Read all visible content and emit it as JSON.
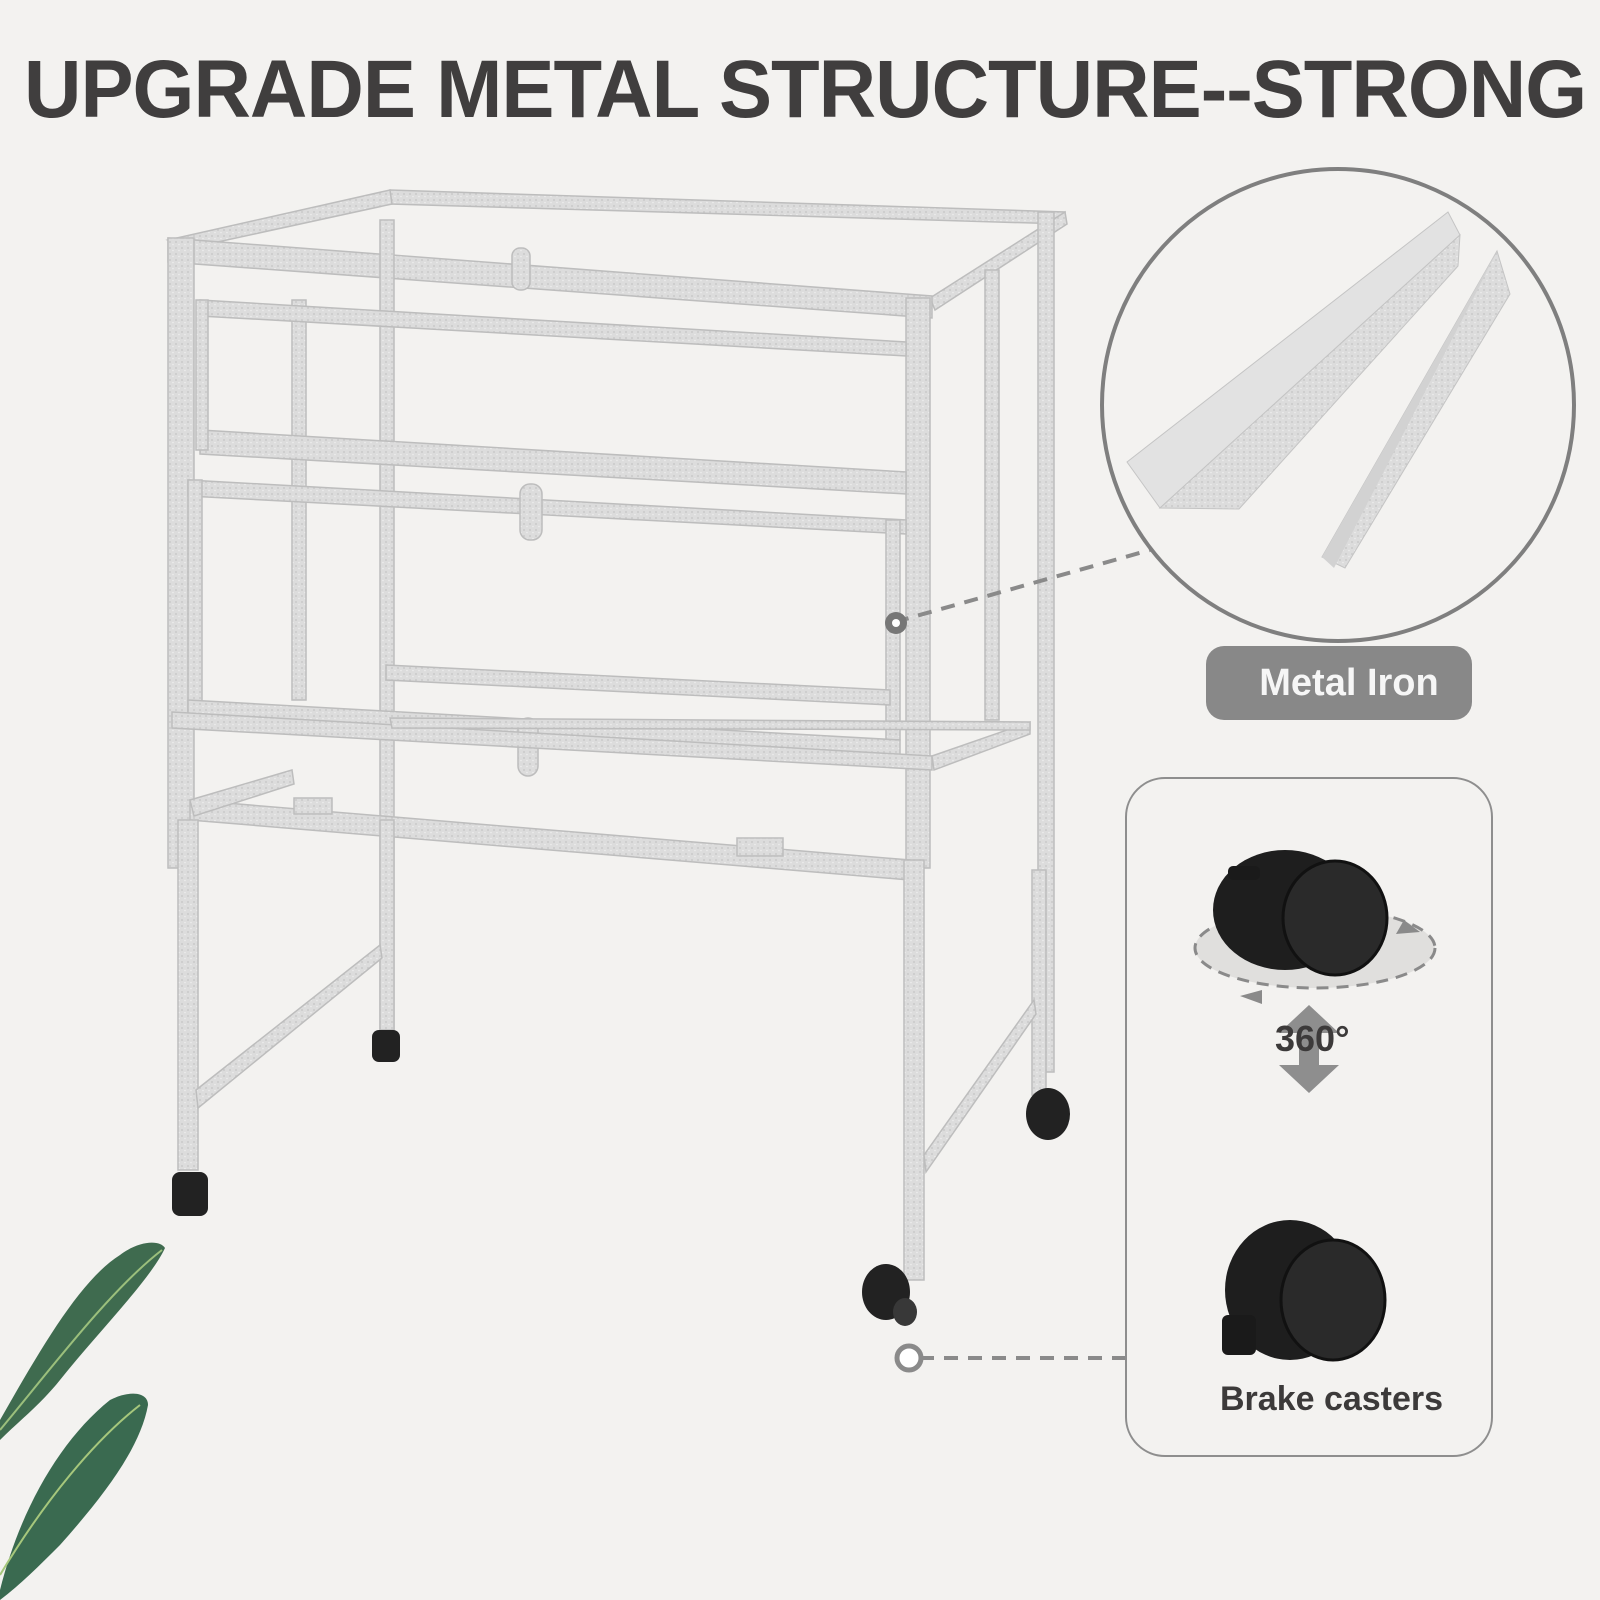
{
  "headline": "UPGRADE METAL STRUCTURE--STRONG",
  "callouts": {
    "material": {
      "label": "Metal Iron",
      "icon": "angle-iron-bars-icon"
    },
    "casters": {
      "rotation_label": "360°",
      "brake_label": "Brake casters",
      "icons": [
        "swivel-caster-icon",
        "rotation-arrow-icon",
        "vertical-double-arrow-icon",
        "brake-caster-icon"
      ]
    }
  },
  "product": {
    "name": "metal-cart-frame",
    "wheels": 4
  },
  "decor": {
    "plant": "banana-leaf-icon"
  },
  "colors": {
    "background": "#f3f2f0",
    "headline": "#403e3e",
    "accent_gray": "#888888",
    "frame": "#d8d8d8",
    "caster": "#1f1f1f",
    "leaf": "#3f6b4f"
  }
}
